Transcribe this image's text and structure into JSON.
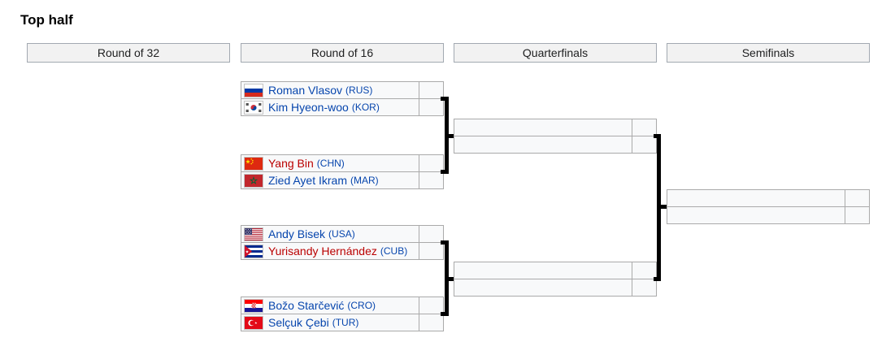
{
  "page": {
    "heading": "Top half"
  },
  "round_headers": [
    {
      "label": "Round of 32"
    },
    {
      "label": "Round of 16"
    },
    {
      "label": "Quarterfinals"
    },
    {
      "label": "Semifinals"
    }
  ],
  "bracket": {
    "round_of_16": [
      {
        "p1": {
          "name": "Roman Vlasov",
          "country": "(RUS)",
          "flag": "russia",
          "redlink": false,
          "score": ""
        },
        "p2": {
          "name": "Kim Hyeon-woo",
          "country": "(KOR)",
          "flag": "south-korea",
          "redlink": false,
          "score": ""
        }
      },
      {
        "p1": {
          "name": "Yang Bin",
          "country": "(CHN)",
          "flag": "china",
          "redlink": true,
          "score": ""
        },
        "p2": {
          "name": "Zied Ayet Ikram",
          "country": "(MAR)",
          "flag": "morocco",
          "redlink": false,
          "score": ""
        }
      },
      {
        "p1": {
          "name": "Andy Bisek",
          "country": "(USA)",
          "flag": "united-states",
          "redlink": false,
          "score": ""
        },
        "p2": {
          "name": "Yurisandy Hernández",
          "country": "(CUB)",
          "flag": "cuba",
          "redlink": true,
          "score": ""
        }
      },
      {
        "p1": {
          "name": "Božo Starčević",
          "country": "(CRO)",
          "flag": "croatia",
          "redlink": false,
          "score": ""
        },
        "p2": {
          "name": "Selçuk Çebi",
          "country": "(TUR)",
          "flag": "turkey",
          "redlink": false,
          "score": ""
        }
      }
    ],
    "quarterfinals": [
      {
        "p1": {
          "name": "",
          "score": ""
        },
        "p2": {
          "name": "",
          "score": ""
        }
      },
      {
        "p1": {
          "name": "",
          "score": ""
        },
        "p2": {
          "name": "",
          "score": ""
        }
      }
    ],
    "semifinals": [
      {
        "p1": {
          "name": "",
          "score": ""
        },
        "p2": {
          "name": "",
          "score": ""
        }
      }
    ]
  },
  "colors": {
    "link_blue": "#0645ad",
    "link_red": "#ba0000",
    "cell_bg": "#f8f9fa",
    "header_bg": "#f2f2f2",
    "cell_border": "#aaaaaa",
    "connector": "#000000"
  }
}
